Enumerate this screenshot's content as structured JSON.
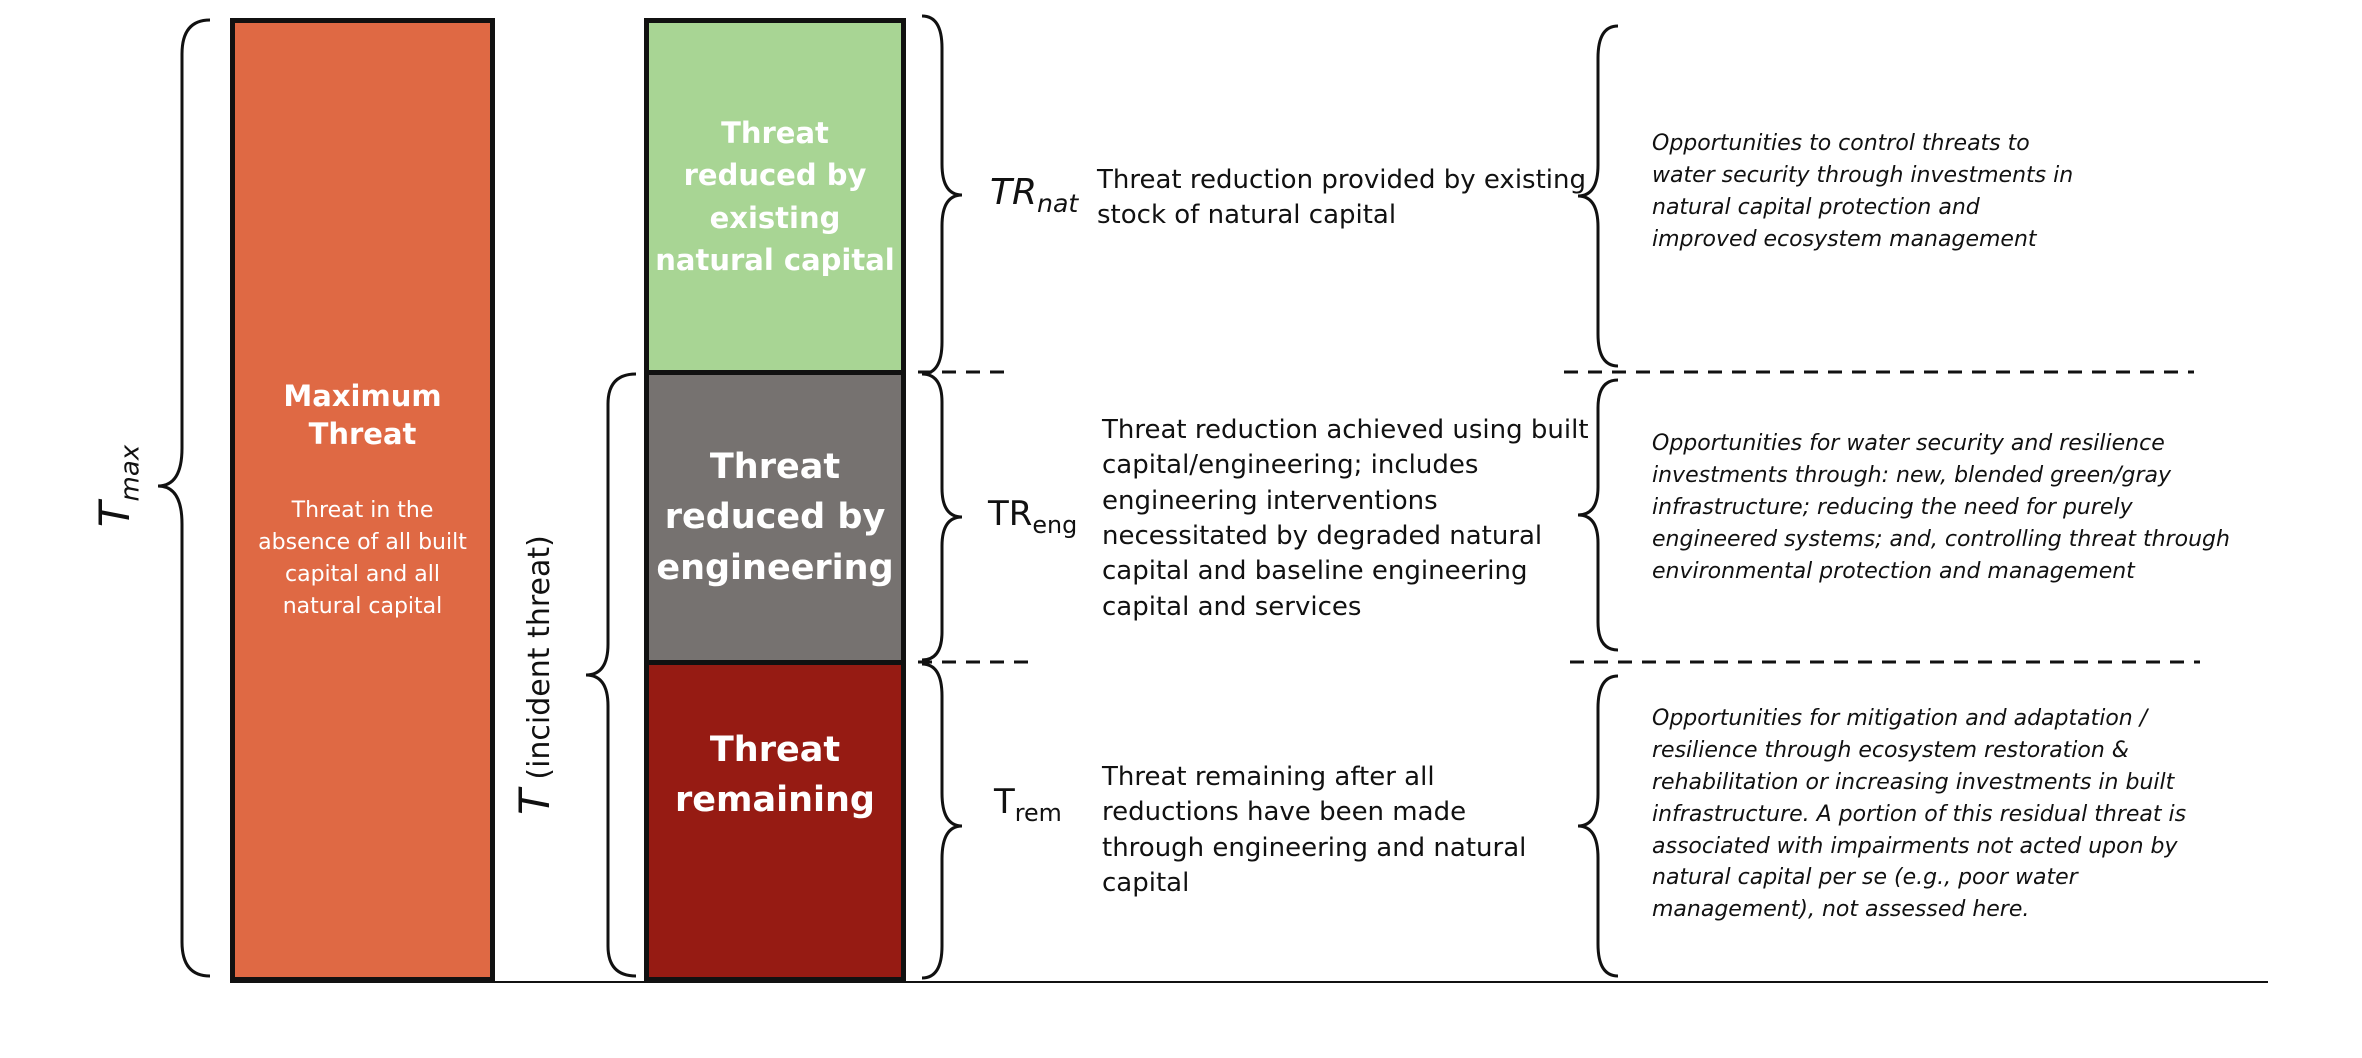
{
  "colors": {
    "maximum_threat": "#df6944",
    "natural_capital": "#a8d594",
    "engineering": "#767270",
    "remaining": "#961b13",
    "outline": "#111111"
  },
  "left_axis": {
    "symbol": "T",
    "subscript": "max"
  },
  "maximum_threat": {
    "title_line1": "Maximum",
    "title_line2": "Threat",
    "sub_line1": "Threat in the",
    "sub_line2": "absence of all built",
    "sub_line3": "capital and all",
    "sub_line4": "natural capital"
  },
  "incident_axis": {
    "symbol": "T",
    "label": "(incident threat)"
  },
  "stack": {
    "natural": {
      "line1": "Threat",
      "line2": "reduced by",
      "line3": "existing",
      "line4": "natural capital"
    },
    "engineering": {
      "line1": "Threat",
      "line2": "reduced by",
      "line3": "engineering"
    },
    "remaining": {
      "line1": "Threat",
      "line2": "remaining"
    }
  },
  "rows": [
    {
      "symbol": "TR",
      "subscript": "nat",
      "description": [
        "Threat reduction provided by existing",
        "stock of natural capital"
      ],
      "opportunity": [
        "Opportunities to control threats to",
        "water security through investments in",
        "natural capital protection and",
        "improved ecosystem management"
      ]
    },
    {
      "symbol": "TR",
      "subscript": "eng",
      "description": [
        "Threat reduction achieved using built",
        "capital/engineering; includes",
        "engineering interventions",
        "necessitated by degraded natural",
        "capital and baseline engineering",
        "capital and services"
      ],
      "opportunity": [
        "Opportunities for water security and resilience",
        "investments through: new, blended green/gray",
        "infrastructure; reducing the need for purely",
        "engineered systems; and, controlling threat through",
        "environmental protection and management"
      ]
    },
    {
      "symbol": "T",
      "subscript": "rem",
      "description": [
        "Threat remaining after all",
        "reductions have been made",
        "through engineering and natural",
        "capital"
      ],
      "opportunity": [
        "Opportunities for mitigation and adaptation /",
        "resilience through ecosystem restoration &",
        "rehabilitation or increasing investments in built",
        "infrastructure. A portion of this residual threat is",
        "associated with impairments not acted upon by",
        "natural capital per se (e.g., poor water",
        "management), not assessed here."
      ]
    }
  ]
}
